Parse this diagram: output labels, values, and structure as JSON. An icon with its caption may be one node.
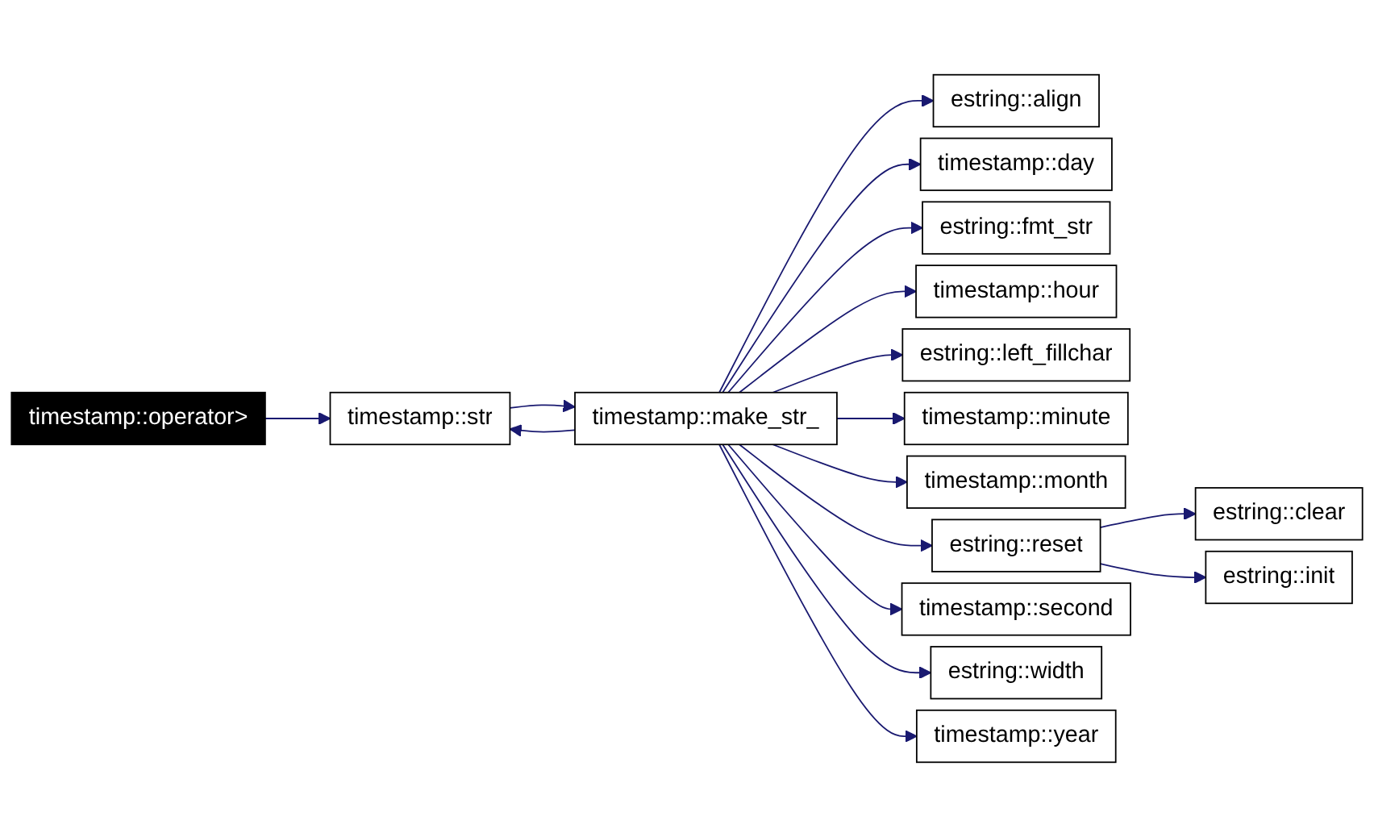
{
  "diagram": {
    "nodes": [
      {
        "text": [
          "timestamp::operator>"
        ]
      },
      {
        "text": [
          "timestamp::str"
        ]
      },
      {
        "text": [
          "timestamp::make_str_"
        ]
      },
      {
        "text": [
          "estring::align"
        ]
      },
      {
        "text": [
          "timestamp::day"
        ]
      },
      {
        "text": [
          "estring::fmt_str"
        ]
      },
      {
        "text": [
          "timestamp::hour"
        ]
      },
      {
        "text": [
          "estring::left_fillchar"
        ]
      },
      {
        "text": [
          "timestamp::minute"
        ]
      },
      {
        "text": [
          "timestamp::month"
        ]
      },
      {
        "text": [
          "estring::reset"
        ]
      },
      {
        "text": [
          "timestamp::second"
        ]
      },
      {
        "text": [
          "estring::width"
        ]
      },
      {
        "text": [
          "timestamp::year"
        ]
      },
      {
        "text": [
          "estring::clear"
        ]
      },
      {
        "text": [
          "estring::init"
        ]
      }
    ],
    "edges": [
      {
        "from": 0,
        "to": 1,
        "arrow": "to"
      },
      {
        "from": 1,
        "to": 2,
        "arrow": "to"
      },
      {
        "from": 2,
        "to": 1,
        "arrow": "to"
      },
      {
        "from": 2,
        "to": 3,
        "arrow": "to"
      },
      {
        "from": 2,
        "to": 4,
        "arrow": "to"
      },
      {
        "from": 2,
        "to": 5,
        "arrow": "to"
      },
      {
        "from": 2,
        "to": 6,
        "arrow": "to"
      },
      {
        "from": 2,
        "to": 7,
        "arrow": "to"
      },
      {
        "from": 2,
        "to": 8,
        "arrow": "to"
      },
      {
        "from": 2,
        "to": 9,
        "arrow": "to"
      },
      {
        "from": 2,
        "to": 10,
        "arrow": "to"
      },
      {
        "from": 2,
        "to": 11,
        "arrow": "to"
      },
      {
        "from": 2,
        "to": 12,
        "arrow": "to"
      },
      {
        "from": 2,
        "to": 13,
        "arrow": "to"
      },
      {
        "from": 10,
        "to": 14,
        "arrow": "to"
      },
      {
        "from": 10,
        "to": 15,
        "arrow": "to"
      }
    ]
  }
}
